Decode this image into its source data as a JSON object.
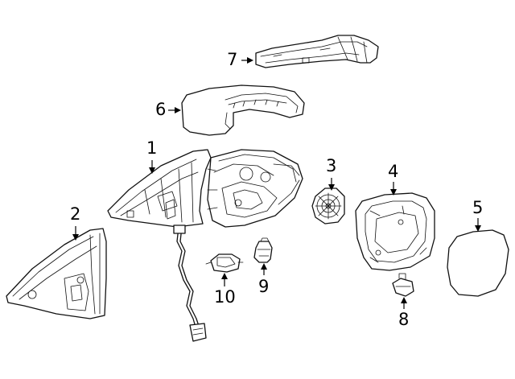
{
  "diagram": {
    "parts": [
      {
        "key": "p1",
        "callout": "1",
        "icon": "mirror-housing-assembly"
      },
      {
        "key": "p2",
        "callout": "2",
        "icon": "sail-panel-cover"
      },
      {
        "key": "p3",
        "callout": "3",
        "icon": "glass-actuator-motor"
      },
      {
        "key": "p4",
        "callout": "4",
        "icon": "glass-frame-backing"
      },
      {
        "key": "p5",
        "callout": "5",
        "icon": "mirror-glass"
      },
      {
        "key": "p6",
        "callout": "6",
        "icon": "mirror-cap-cover"
      },
      {
        "key": "p7",
        "callout": "7",
        "icon": "turn-signal-lamp"
      },
      {
        "key": "p8",
        "callout": "8",
        "icon": "glass-clip"
      },
      {
        "key": "p9",
        "callout": "9",
        "icon": "puddle-lamp"
      },
      {
        "key": "p10",
        "callout": "10",
        "icon": "blind-spot-sensor"
      }
    ]
  }
}
